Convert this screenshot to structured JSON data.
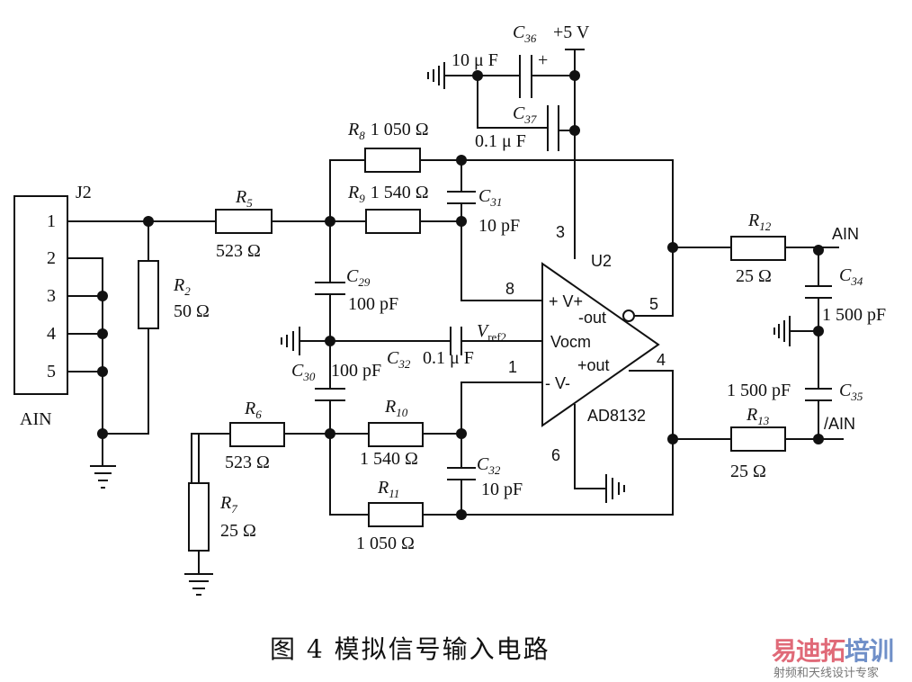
{
  "caption": "图 4   模拟信号输入电路",
  "watermark": {
    "brand_red": "易迪拓",
    "brand_blue": "培训",
    "tagline": "射频和天线设计专家",
    "red_color": "#e06a78",
    "blue_color": "#6f8fc8"
  },
  "connector": {
    "ref": "J2",
    "name": "AIN",
    "pins": [
      "1",
      "2",
      "3",
      "4",
      "5"
    ]
  },
  "supply": {
    "label": "+5 V"
  },
  "components": {
    "R2": {
      "ref": "R",
      "sub": "2",
      "value": "50 Ω"
    },
    "R5": {
      "ref": "R",
      "sub": "5",
      "value": "523 Ω"
    },
    "R6": {
      "ref": "R",
      "sub": "6",
      "value": "523 Ω"
    },
    "R7": {
      "ref": "R",
      "sub": "7",
      "value": "25 Ω"
    },
    "R8": {
      "ref": "R",
      "sub": "8",
      "value": "1 050 Ω"
    },
    "R9": {
      "ref": "R",
      "sub": "9",
      "value": "1 540 Ω"
    },
    "R10": {
      "ref": "R",
      "sub": "10",
      "value": "1 540 Ω"
    },
    "R11": {
      "ref": "R",
      "sub": "11",
      "value": "1 050 Ω"
    },
    "R12": {
      "ref": "R",
      "sub": "12",
      "value": "25 Ω"
    },
    "R13": {
      "ref": "R",
      "sub": "13",
      "value": "25 Ω"
    },
    "C29": {
      "ref": "C",
      "sub": "29",
      "value": "100 pF"
    },
    "C30": {
      "ref": "C",
      "sub": "30",
      "value": "100 pF"
    },
    "C31": {
      "ref": "C",
      "sub": "31",
      "value": "10 pF"
    },
    "C32a": {
      "ref": "C",
      "sub": "32",
      "value": "0.1 μ F"
    },
    "C32b": {
      "ref": "C",
      "sub": "32",
      "value": "10 pF"
    },
    "C34": {
      "ref": "C",
      "sub": "34",
      "value": "1 500 pF"
    },
    "C35": {
      "ref": "C",
      "sub": "35",
      "value": "1 500 pF"
    },
    "C36": {
      "ref": "C",
      "sub": "36",
      "value": "10 μ F",
      "polarity": "+"
    },
    "C37": {
      "ref": "C",
      "sub": "37",
      "value": "0.1 μ F"
    }
  },
  "amp": {
    "ref": "U2",
    "part": "AD8132",
    "pins": {
      "vplus_in": "+ V+",
      "vminus_in": "- V-",
      "vocm": "Vocm",
      "out_minus": "-out",
      "out_plus": "+out",
      "n8": "8",
      "n1": "1",
      "n3": "3",
      "n6": "6",
      "n5": "5",
      "n4": "4"
    }
  },
  "vref": {
    "ref": "V",
    "sub": "ref2"
  },
  "outputs": {
    "pos": "AIN",
    "neg": "/AIN"
  }
}
